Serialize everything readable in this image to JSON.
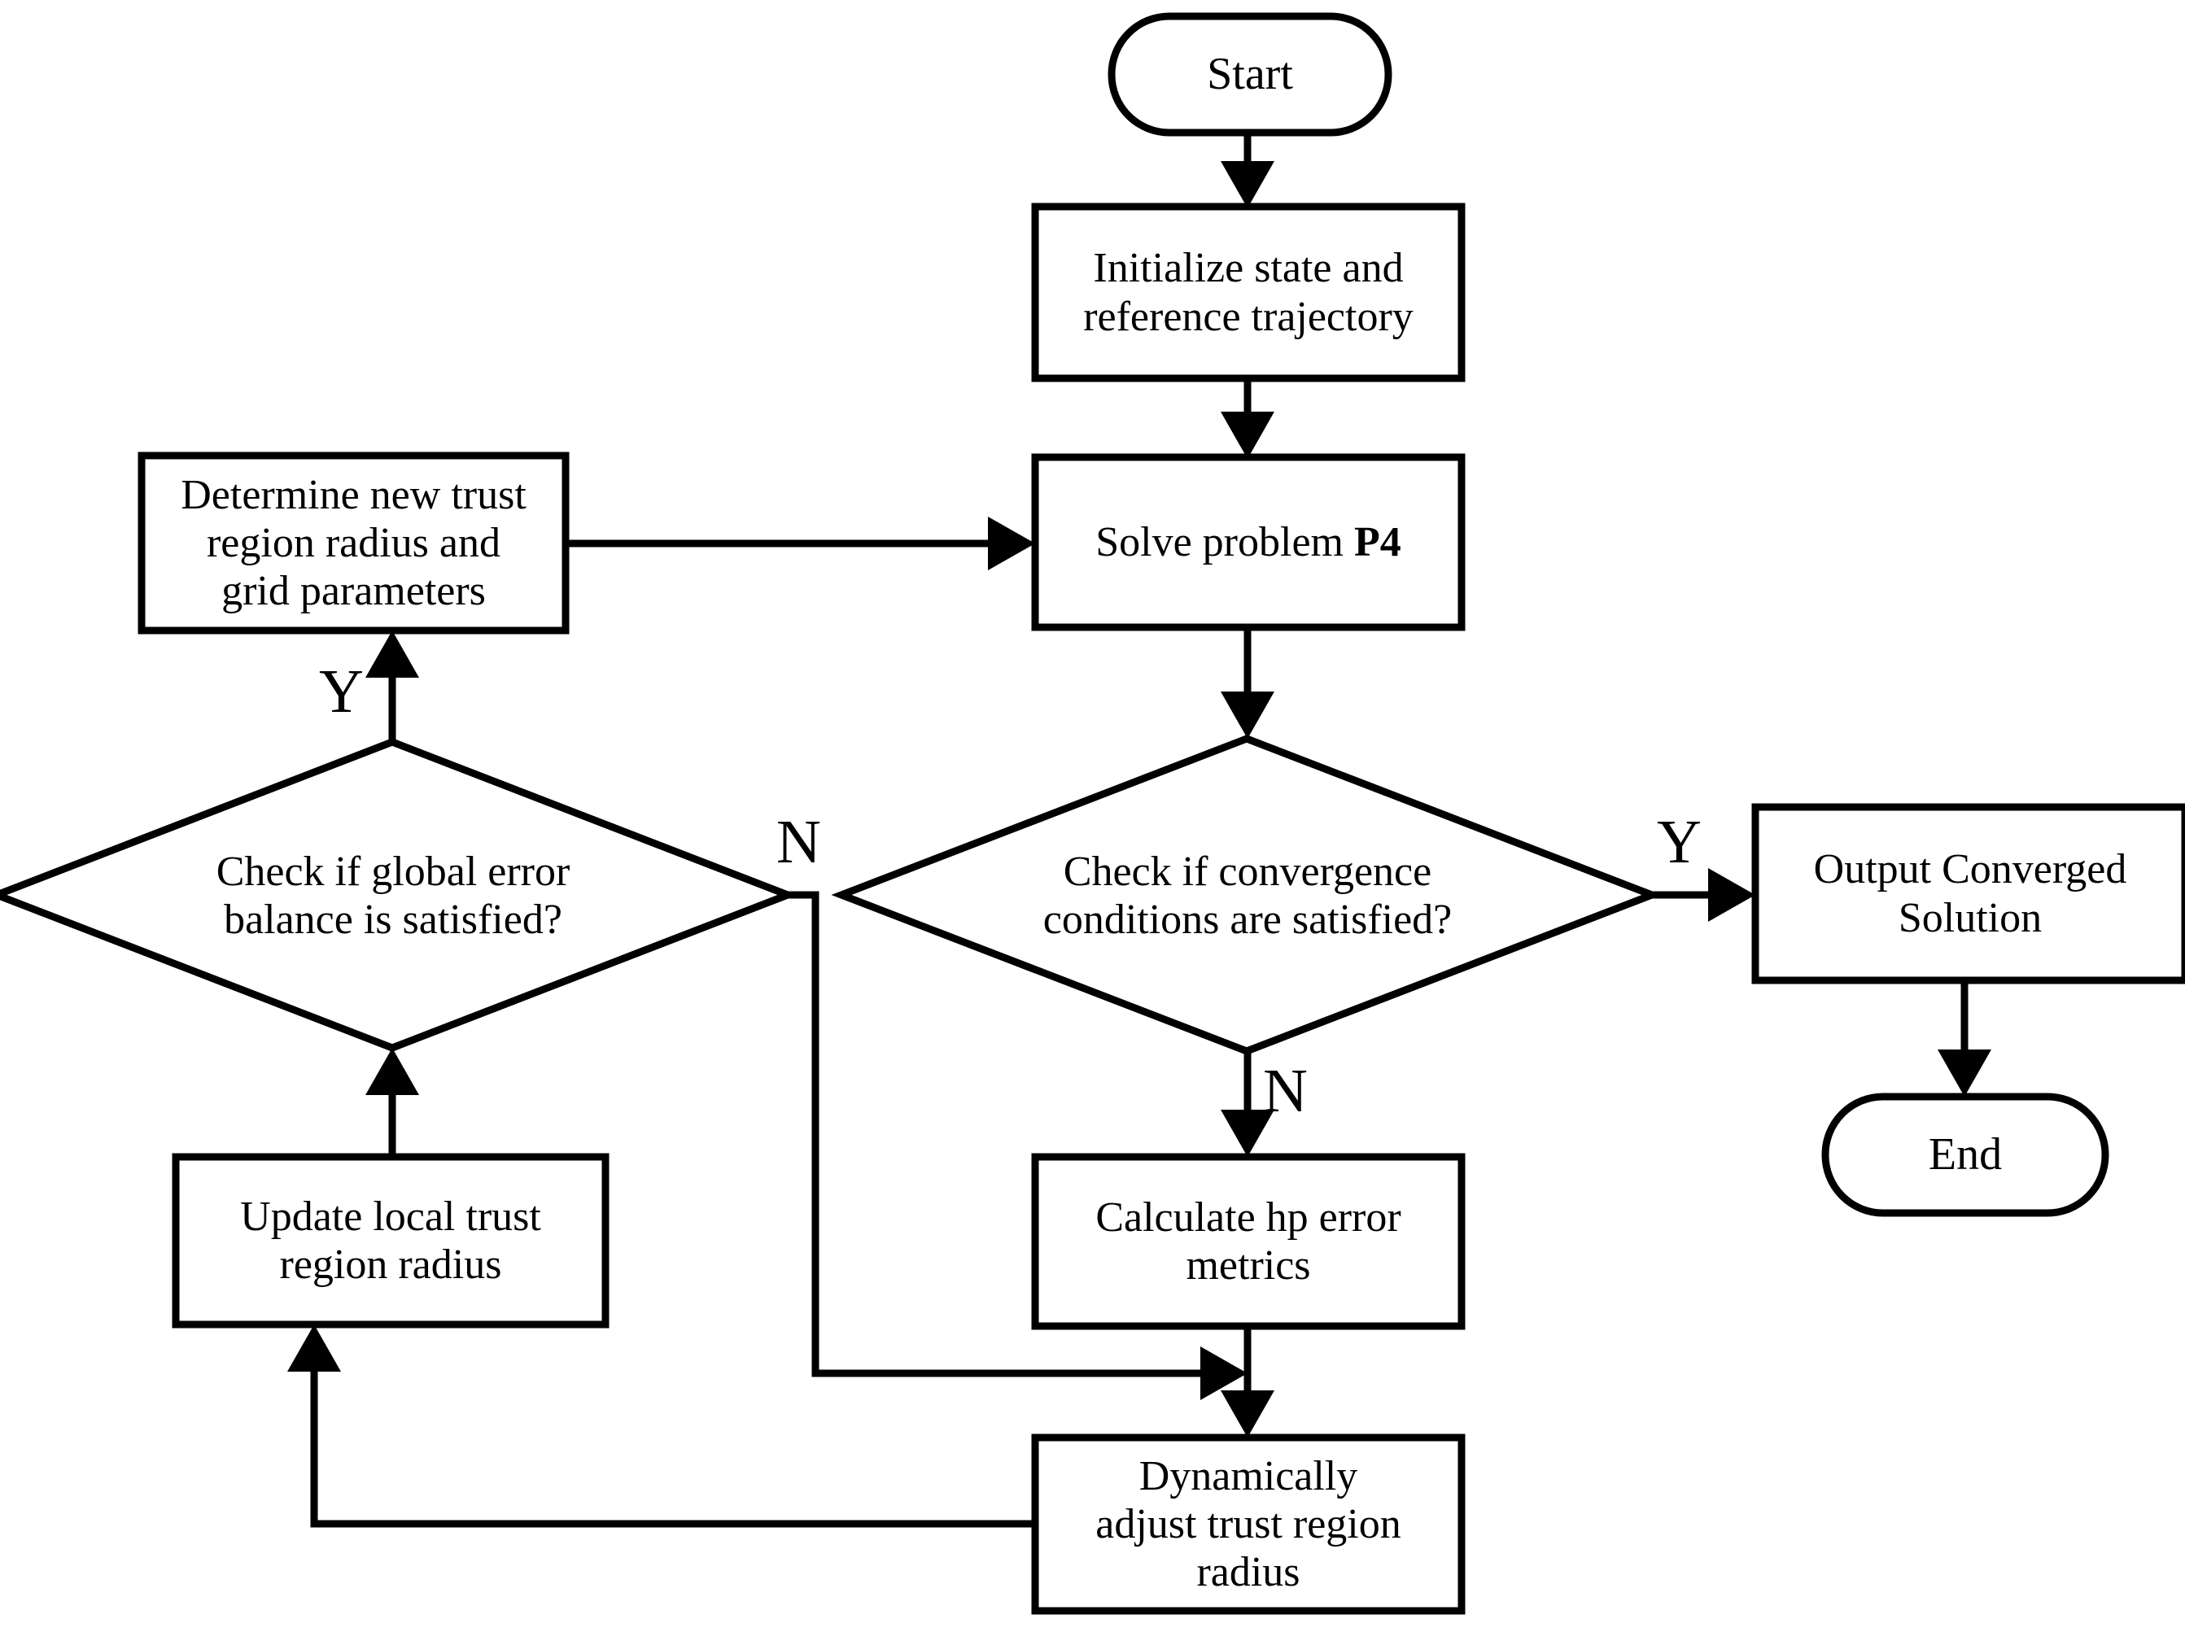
{
  "diagram": {
    "title": "Sequential convex programming flowchart with hp adaptive trust region",
    "type": "flowchart",
    "background_color": "#ffffff",
    "line_color": "#000000",
    "fill_color": "#ffffff"
  },
  "nodes": [
    {
      "id": "start",
      "shape": "terminator",
      "label": "Start"
    },
    {
      "id": "init",
      "shape": "process",
      "label": "Initialize state and\nreference trajectory"
    },
    {
      "id": "solve",
      "shape": "process",
      "label_prefix": "Solve problem ",
      "label_bold": "P4",
      "label": "Solve problem P4"
    },
    {
      "id": "determine",
      "shape": "process",
      "label": "Determine new trust\nregion radius and\ngrid parameters"
    },
    {
      "id": "global_check",
      "shape": "decision",
      "label": "Check if global error\nbalance is satisfied?"
    },
    {
      "id": "conv_check",
      "shape": "decision",
      "label": "Check if convergence\nconditions are satisfied?"
    },
    {
      "id": "output",
      "shape": "process",
      "label": "Output Converged\nSolution"
    },
    {
      "id": "end",
      "shape": "terminator",
      "label": "End"
    },
    {
      "id": "update_local",
      "shape": "process",
      "label": "Update local trust\nregion radius"
    },
    {
      "id": "calc_hp",
      "shape": "process",
      "label": "Calculate hp error\nmetrics"
    },
    {
      "id": "dyn_adjust",
      "shape": "process",
      "label": "Dynamically\nadjust trust region\nradius"
    }
  ],
  "edges": [
    {
      "from": "start",
      "to": "init",
      "label": ""
    },
    {
      "from": "init",
      "to": "solve",
      "label": ""
    },
    {
      "from": "solve",
      "to": "conv_check",
      "label": ""
    },
    {
      "from": "conv_check",
      "to": "output",
      "label": "Y"
    },
    {
      "from": "conv_check",
      "to": "calc_hp",
      "label": "N"
    },
    {
      "from": "output",
      "to": "end",
      "label": ""
    },
    {
      "from": "calc_hp",
      "to": "dyn_adjust",
      "label": ""
    },
    {
      "from": "dyn_adjust",
      "to": "update_local",
      "label": ""
    },
    {
      "from": "update_local",
      "to": "global_check",
      "label": ""
    },
    {
      "from": "global_check",
      "to": "determine",
      "label": "Y"
    },
    {
      "from": "global_check",
      "to": "dyn_adjust",
      "label": "N"
    },
    {
      "from": "determine",
      "to": "solve",
      "label": ""
    }
  ],
  "edge_labels": {
    "global_yes": "Y",
    "global_no": "N",
    "conv_yes": "Y",
    "conv_no": "N"
  }
}
